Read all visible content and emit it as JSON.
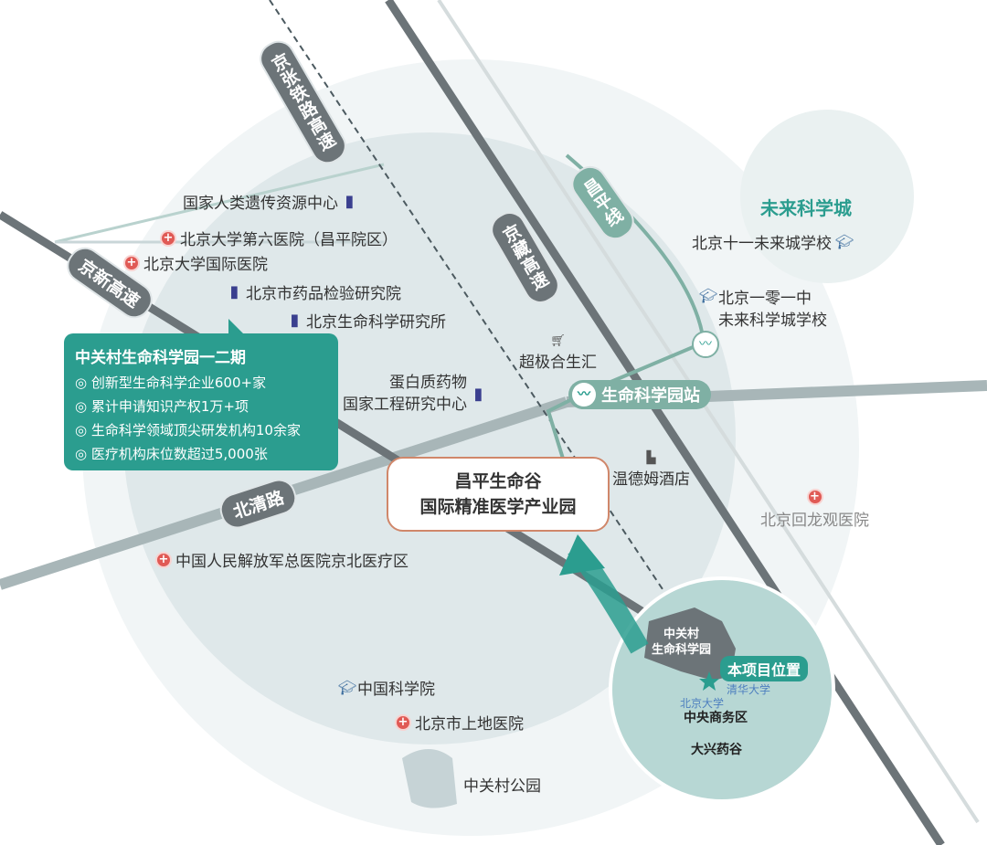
{
  "roads": {
    "jingzhang": "京张铁路高速",
    "jingzang": "京藏高速",
    "changping_line": "昌平线",
    "jingxin": "京新高速",
    "beiqing": "北清路"
  },
  "stations": {
    "life_science_park": "生命科学园站"
  },
  "future_city": "未来科学城",
  "project": {
    "line1": "昌平生命谷",
    "line2": "国际精准医学产业园"
  },
  "info_box": {
    "title": "中关村生命科学园一二期",
    "items": [
      "创新型生命科学企业600+家",
      "累计申请知识产权1万+项",
      "生命科学领域顶尖研发机构10余家",
      "医疗机构床位数超过5,000张"
    ],
    "bullet": "◎"
  },
  "pois": {
    "genetic_center": "国家人类遗传资源中心",
    "pku6": "北京大学第六医院（昌平院区）",
    "pku_intl": "北京大学国际医院",
    "drug_inst": "北京市药品检验研究院",
    "nibs": "北京生命科学研究所",
    "protein1": "蛋白质药物",
    "protein2": "国家工程研究中心",
    "chaoji": "超极合生汇",
    "wyndham": "温德姆酒店",
    "school11": "北京十一未来城学校",
    "bj101_1": "北京一零一中",
    "bj101_2": "未来科学城学校",
    "huilongguan": "北京回龙观医院",
    "pla": "中国人民解放军总医院京北医疗区",
    "cas": "中国科学院",
    "shangdi": "北京市上地医院",
    "zgc_park": "中关村公园"
  },
  "inset": {
    "zgc1": "中关村",
    "zgc2": "生命科学园",
    "here": "本项目位置",
    "tsinghua": "清华大学",
    "pku": "北京大学",
    "cbd": "中央商务区",
    "daxing": "大兴药谷"
  },
  "colors": {
    "teal": "#2b9d8f",
    "road": "#6c7478",
    "hospital": "#e05a55"
  }
}
